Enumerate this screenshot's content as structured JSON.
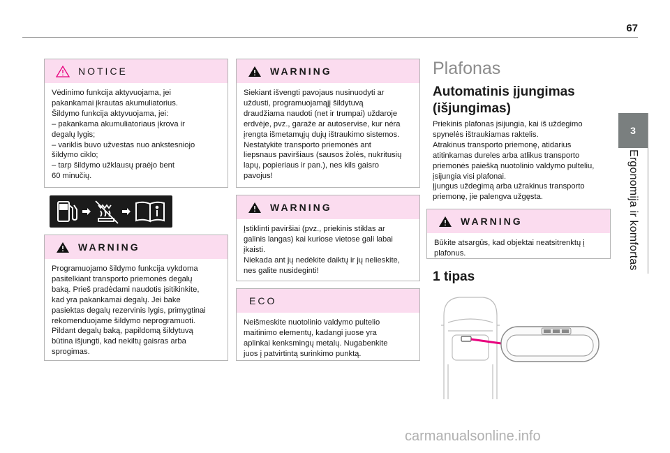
{
  "header": {
    "page_number": "67"
  },
  "side_tab": {
    "number": "3",
    "title": "Ergonomija ir komfortas"
  },
  "col1": {
    "notice": {
      "title": "NOTICE",
      "lines": [
        "Vėdinimo funkcija aktyvuojama, jei",
        "pakankamai įkrautas akumuliatorius.",
        "Šildymo funkcija aktyvuojama, jei:",
        "–  pakankama akumuliatoriaus įkrova ir",
        "degalų lygis;",
        "–  variklis buvo užvestas nuo ankstesniojo",
        "šildymo ciklo;",
        "–  tarp šildymo užklausų praėjo bent",
        "60 minučių."
      ]
    },
    "warning": {
      "title": "WARNING",
      "lines": [
        "Programuojamo šildymo funkcija vykdoma",
        "pasitelkiant transporto priemonės degalų",
        "baką. Prieš pradėdami naudotis įsitikinkite,",
        "kad yra pakankamai degalų. Jei bake",
        "pasiektas degalų rezervinis lygis, primygtinai",
        "rekomenduojame šildymo neprogramuoti.",
        "Pildant degalų baką, papildomą šildytuvą",
        "būtina išjungti, kad nekiltų gaisras arba",
        "sprogimas."
      ]
    }
  },
  "col2": {
    "warning1": {
      "title": "WARNING",
      "lines": [
        "Siekiant išvengti pavojaus nusinuodyti ar",
        "uždusti, programuojamąjį šildytuvą",
        "draudžiama naudoti (net ir trumpai) uždaroje",
        "erdvėje, pvz., garaže ar autoservise, kur nėra",
        "įrengta išmetamųjų dujų ištraukimo sistemos.",
        "Nestatykite transporto priemonės ant",
        "liepsnaus paviršiaus (sausos žolės, nukritusių",
        "lapų, popieriaus ir pan.), nes kils gaisro",
        "pavojus!"
      ]
    },
    "warning2": {
      "title": "WARNING",
      "lines": [
        "Įstiklinti paviršiai (pvz., priekinis stiklas ar",
        "galinis langas) kai kuriose vietose gali labai",
        "įkaisti.",
        "Niekada ant jų nedėkite daiktų ir jų nelieskite,",
        "nes galite nusideginti!"
      ]
    },
    "eco": {
      "title": "ECO",
      "lines": [
        "Neišmeskite nuotolinio valdymo pultelio",
        "maitinimo elementų, kadangi juose yra",
        "aplinkai kenksmingų metalų. Nugabenkite",
        "juos į patvirtintą surinkimo punktą."
      ]
    }
  },
  "col3": {
    "section_title": "Plafonas",
    "subsection_title_1": "Automatinis įjungimas",
    "subsection_title_2": "(išjungimas)",
    "lines": [
      "Priekinis plafonas įsijungia, kai iš uždegimo",
      "spynelės ištraukiamas raktelis.",
      "Atrakinus transporto priemonę, atidarius",
      "atitinkamas dureles arba atlikus transporto",
      "priemonės paiešką nuotolinio valdymo pulteliu,",
      "įsijungia visi plafonai.",
      "Įjungus uždegimą arba užrakinus transporto",
      "priemonę, jie palengva užgęsta."
    ],
    "warning": {
      "title": "WARNING",
      "lines": [
        "Būkite atsargūs, kad objektai neatsitrenktų į",
        "plafonus."
      ]
    },
    "type_title": "1 tipas"
  },
  "footer": {
    "watermark": "carmanualsonline.info"
  },
  "colors": {
    "box_header": "#fbdcef",
    "accent_pink": "#e8007e",
    "side_tab": "#7a7f7f"
  }
}
